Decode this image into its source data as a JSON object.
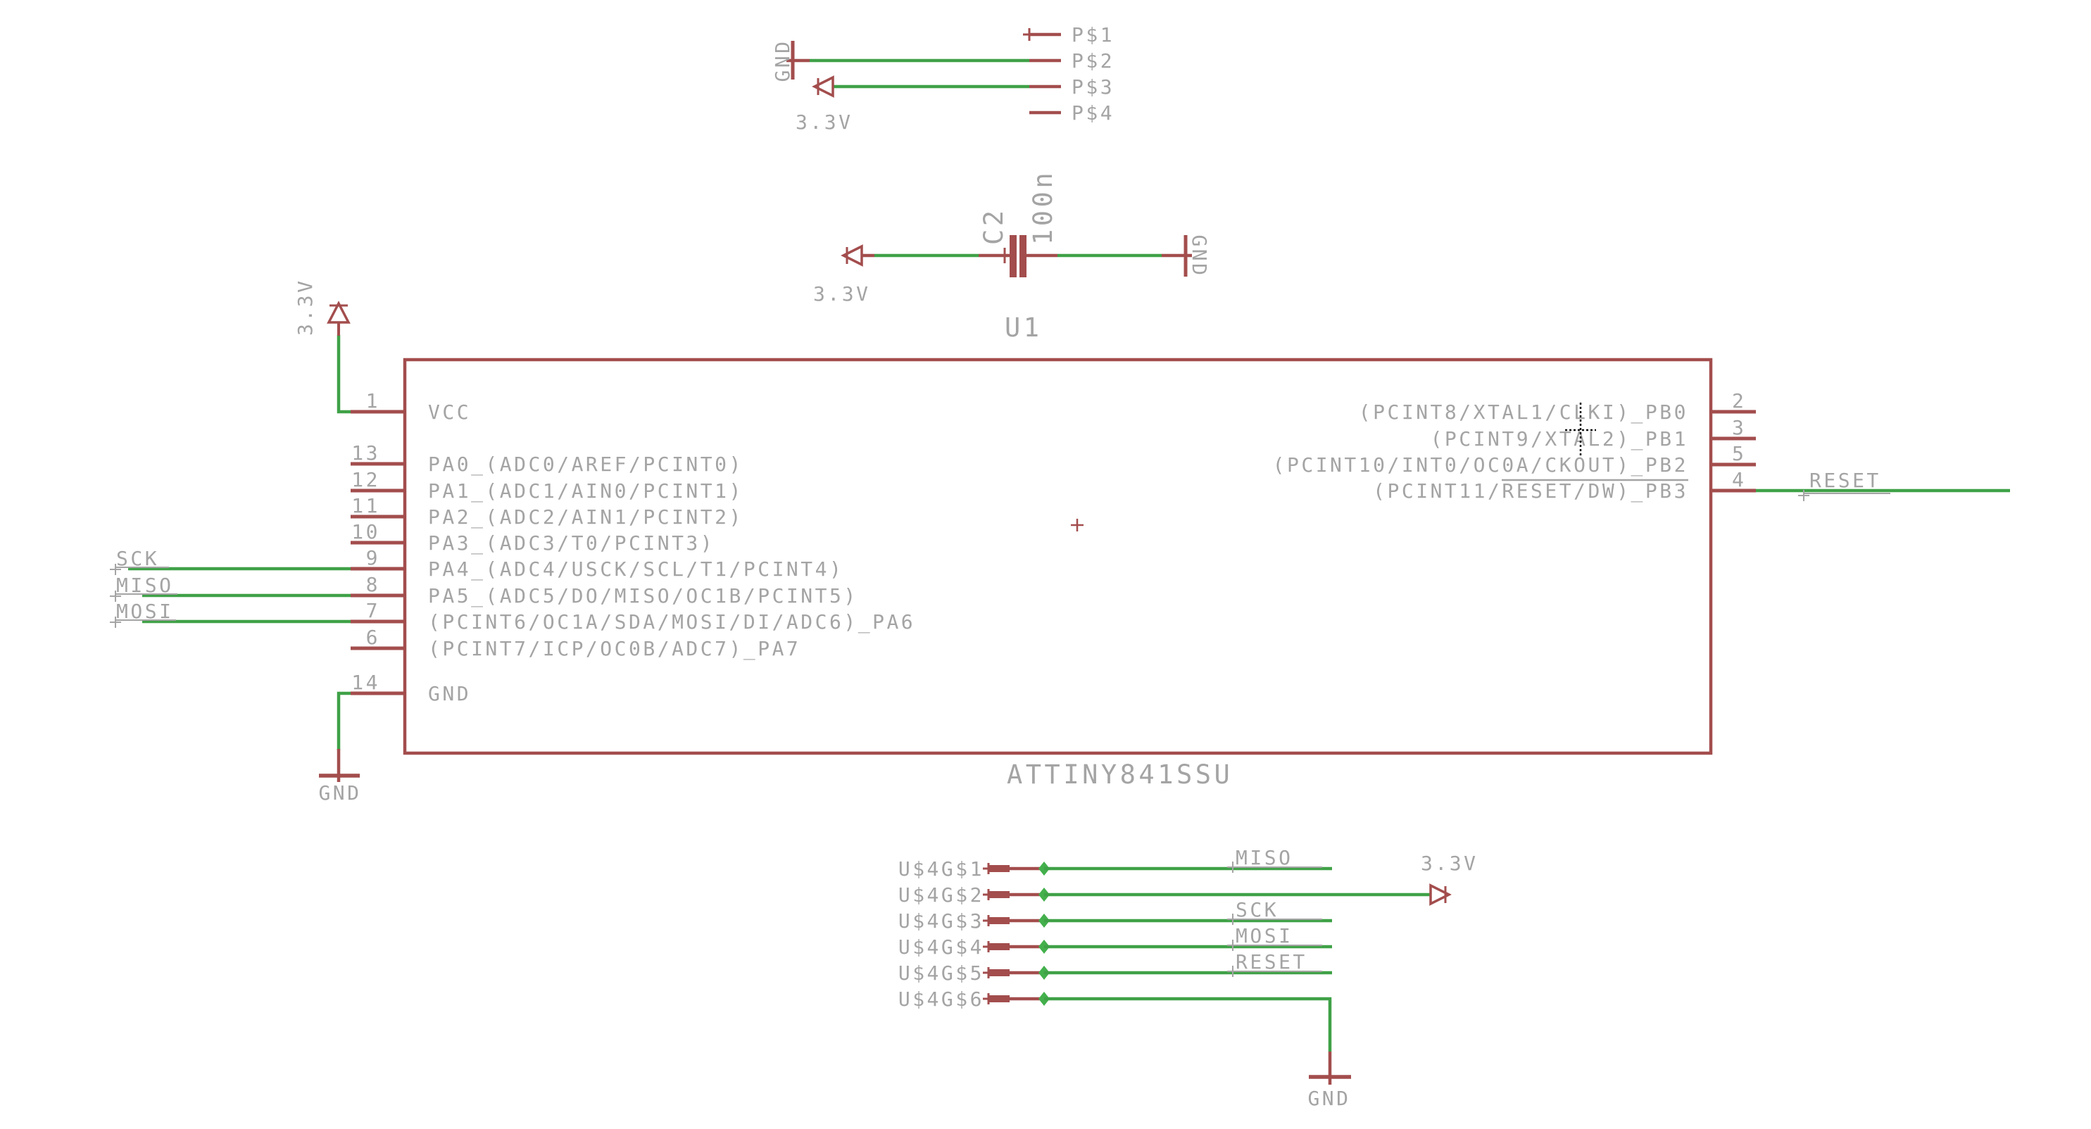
{
  "app": {
    "description": "EAGLE schematic sheet"
  },
  "colors": {
    "symbol_red": "#a34d4d",
    "wire_green": "#3fa147",
    "junction_green": "#43b04c",
    "text_gray": "#a4a4a4",
    "background": "#ffffff"
  },
  "ic": {
    "name": "U1",
    "value": "ATTINY841SSU",
    "left_pins": [
      {
        "number": "1",
        "label": "VCC"
      },
      {
        "number": "13",
        "label": "PA0_(ADC0/AREF/PCINT0)"
      },
      {
        "number": "12",
        "label": "PA1_(ADC1/AIN0/PCINT1)"
      },
      {
        "number": "11",
        "label": "PA2_(ADC2/AIN1/PCINT2)"
      },
      {
        "number": "10",
        "label": "PA3_(ADC3/T0/PCINT3)"
      },
      {
        "number": "9",
        "label": "PA4_(ADC4/USCK/SCL/T1/PCINT4)"
      },
      {
        "number": "8",
        "label": "PA5_(ADC5/DO/MISO/OC1B/PCINT5)"
      },
      {
        "number": "7",
        "label": "(PCINT6/OC1A/SDA/MOSI/DI/ADC6)_PA6"
      },
      {
        "number": "6",
        "label": "(PCINT7/ICP/OC0B/ADC7)_PA7"
      },
      {
        "number": "14",
        "label": "GND"
      }
    ],
    "right_pins": [
      {
        "number": "2",
        "label": "(PCINT8/XTAL1/CLKI)_PB0"
      },
      {
        "number": "3",
        "label": "(PCINT9/XTAL2)_PB1"
      },
      {
        "number": "5",
        "label": "(PCINT10/INT0/OC0A/CKOUT)_PB2"
      },
      {
        "number": "4",
        "label": "(PCINT11/RESET/DW)_PB3",
        "overline_part": "RESET/DW)_PB3"
      }
    ]
  },
  "top_connector": {
    "pins": [
      {
        "label": "P$1"
      },
      {
        "label": "P$2"
      },
      {
        "label": "P$3"
      },
      {
        "label": "P$4"
      }
    ]
  },
  "capacitor": {
    "name": "C2",
    "value": "100n"
  },
  "bottom_connector": {
    "pins": [
      {
        "label": "U$4G$1"
      },
      {
        "label": "U$4G$2"
      },
      {
        "label": "U$4G$3"
      },
      {
        "label": "U$4G$4"
      },
      {
        "label": "U$4G$5"
      },
      {
        "label": "U$4G$6"
      }
    ]
  },
  "nets": {
    "sck": "SCK",
    "miso": "MISO",
    "mosi": "MOSI",
    "reset": "RESET"
  },
  "supplies": {
    "v33": "3.3V",
    "gnd": "GND"
  }
}
